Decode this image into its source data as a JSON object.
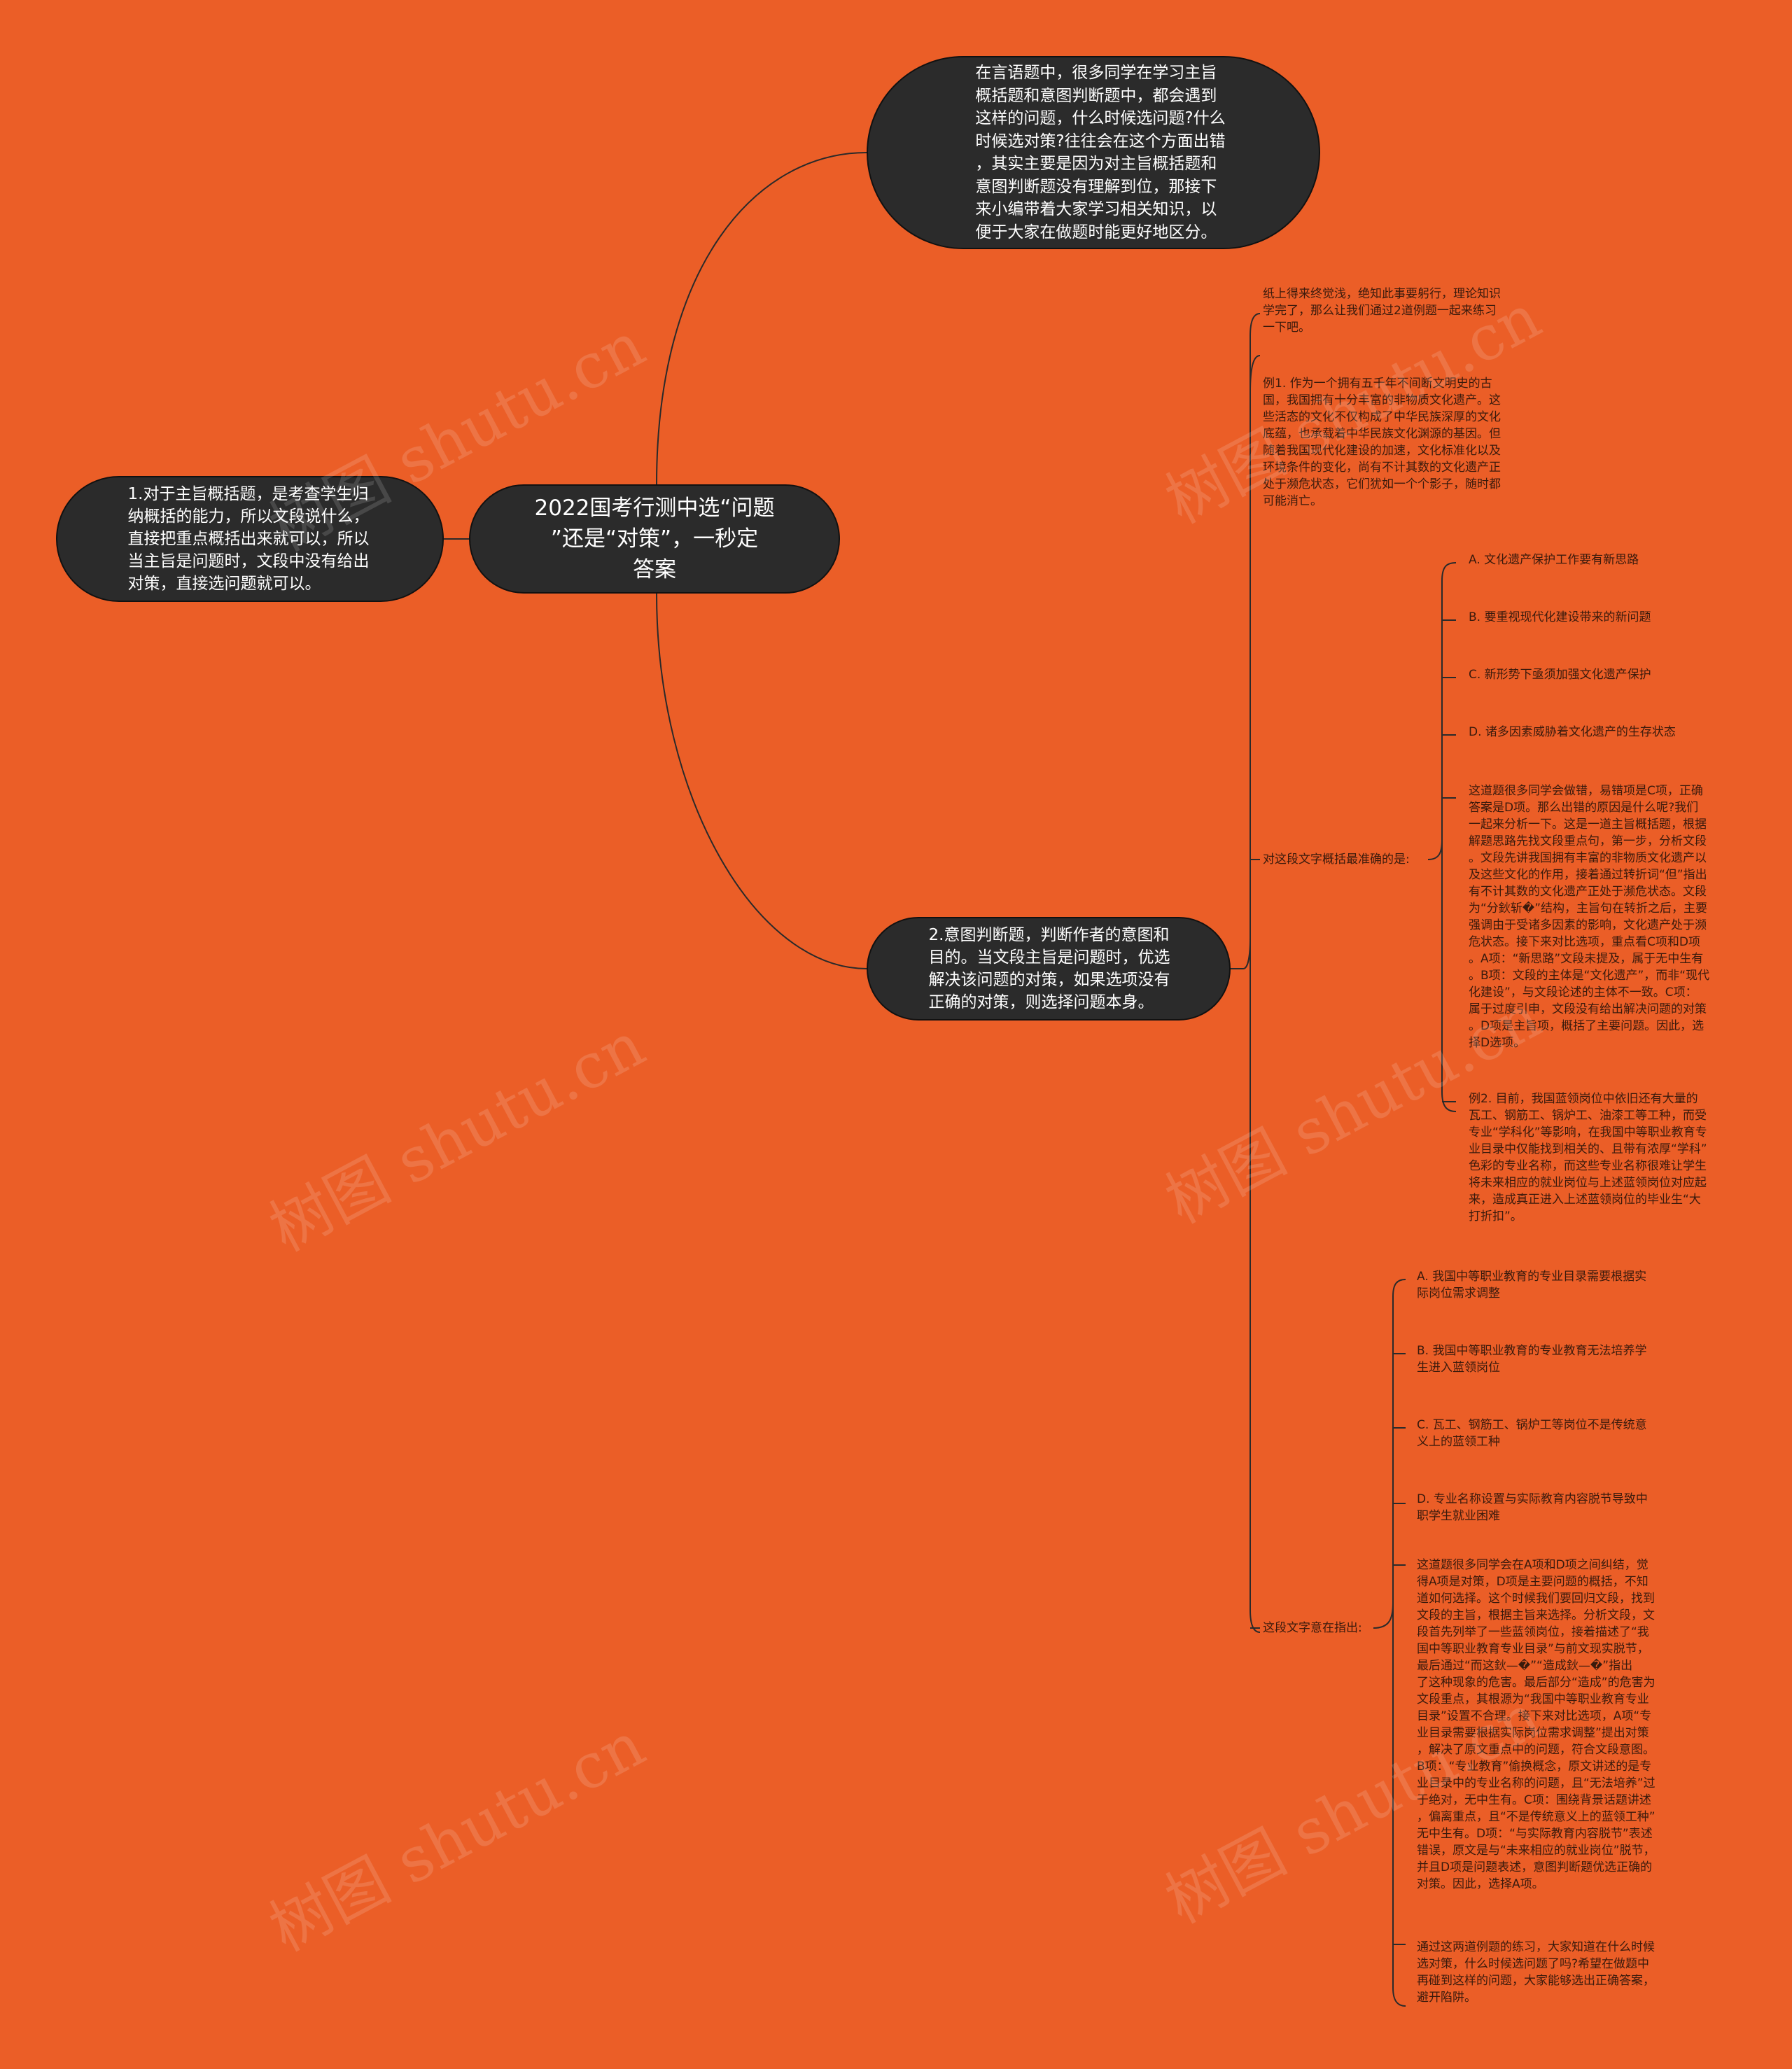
{
  "colors": {
    "background": "#EB5E27",
    "node_fill": "#2B2B2B",
    "line": "#2A2A2A",
    "leaf_text": "#3A1A0C"
  },
  "watermark": "树图 shutu.cn",
  "root": {
    "label": "2022国考行测中选“问题\n”还是“对策”，一秒定\n答案"
  },
  "top_node": {
    "label": "在言语题中，很多同学在学习主旨\n概括题和意图判断题中，都会遇到\n这样的问题，什么时候选问题?什么\n时候选对策?往往会在这个方面出错\n，其实主要是因为对主旨概括题和\n意图判断题没有理解到位，那接下\n来小编带着大家学习相关知识，以\n便于大家在做题时能更好地区分。"
  },
  "left_node": {
    "label": "1.对于主旨概括题，是考查学生归\n纳概括的能力，所以文段说什么，\n直接把重点概括出来就可以，所以\n当主旨是问题时，文段中没有给出\n对策，直接选问题就可以。"
  },
  "bottom_node": {
    "label": "2.意图判断题，判断作者的意图和\n目的。当文段主旨是问题时，优选\n解决该问题的对策，如果选项没有\n正确的对策，则选择问题本身。"
  },
  "leaves": {
    "intro": "纸上得来终觉浅，绝知此事要躬行，理论知识\n学完了，那么让我们通过2道例题一起来练习\n一下吧。",
    "example1": "例1. 作为一个拥有五千年不间断文明史的古\n国，我国拥有十分丰富的非物质文化遗产。这\n些活态的文化不仅构成了中华民族深厚的文化\n底蕴，也承载着中华民族文化渊源的基因。但\n随着我国现代化建设的加速，文化标准化以及\n环境条件的变化，尚有不计其数的文化遗产正\n处于濒危状态，它们犹如一个个影子，随时都\n可能消亡。",
    "q1_label": "对这段文字概括最准确的是:",
    "q1_a": "A. 文化遗产保护工作要有新思路",
    "q1_b": "B. 要重视现代化建设带来的新问题",
    "q1_c": "C. 新形势下亟须加强文化遗产保护",
    "q1_d": "D. 诸多因素威胁着文化遗产的生存状态",
    "q1_analysis": "这道题很多同学会做错，易错项是C项，正确\n答案是D项。那么出错的原因是什么呢?我们\n一起来分析一下。这是一道主旨概括题，根据\n解题思路先找文段重点句，第一步，分析文段\n。文段先讲我国拥有丰富的非物质文化遗产以\n及这些文化的作用，接着通过转折词“但”指出\n有不计其数的文化遗产正处于濒危状态。文段\n为“分鈥斩�”结构，主旨句在转折之后，主要\n强调由于受诸多因素的影响，文化遗产处于濒\n危状态。接下来对比选项，重点看C项和D项\n。A项：“新思路”文段未提及，属于无中生有\n。B项：文段的主体是“文化遗产”，而非“现代\n化建设”，与文段论述的主体不一致。C项：\n属于过度引申，文段没有给出解决问题的对策\n。D项是主旨项，概括了主要问题。因此，选\n择D选项。",
    "example2": "例2. 目前，我国蓝领岗位中依旧还有大量的\n瓦工、钢筋工、锅炉工、油漆工等工种，而受\n专业“学科化”等影响，在我国中等职业教育专\n业目录中仅能找到相关的、且带有浓厚“学科”\n色彩的专业名称，而这些专业名称很难让学生\n将未来相应的就业岗位与上述蓝领岗位对应起\n来，造成真正进入上述蓝领岗位的毕业生“大\n打折扣”。",
    "q2_label": "这段文字意在指出:",
    "q2_a": "A. 我国中等职业教育的专业目录需要根据实\n际岗位需求调整",
    "q2_b": "B. 我国中等职业教育的专业教育无法培养学\n生进入蓝领岗位",
    "q2_c": "C. 瓦工、钢筋工、锅炉工等岗位不是传统意\n义上的蓝领工种",
    "q2_d": "D. 专业名称设置与实际教育内容脱节导致中\n职学生就业困难",
    "q2_analysis": "这道题很多同学会在A项和D项之间纠结，觉\n得A项是对策，D项是主要问题的概括，不知\n道如何选择。这个时候我们要回归文段，找到\n文段的主旨，根据主旨来选择。分析文段，文\n段首先列举了一些蓝领岗位，接着描述了“我\n国中等职业教育专业目录”与前文现实脱节，\n最后通过“而这鈥—�”“造成鈥—�”指出\n了这种现象的危害。最后部分“造成”的危害为\n文段重点，其根源为“我国中等职业教育专业\n目录”设置不合理。接下来对比选项，A项“专\n业目录需要根据实际岗位需求调整”提出对策\n，解决了原文重点中的问题，符合文段意图。\nB项：“专业教育”偷换概念，原文讲述的是专\n业目录中的专业名称的问题，且“无法培养”过\n于绝对，无中生有。C项：围绕背景话题讲述\n，偏离重点，且“不是传统意义上的蓝领工种”\n无中生有。D项：“与实际教育内容脱节”表述\n错误，原文是与“未来相应的就业岗位”脱节，\n并且D项是问题表述，意图判断题优选正确的\n对策。因此，选择A项。",
    "conclusion": "通过这两道例题的练习，大家知道在什么时候\n选对策，什么时候选问题了吗?希望在做题中\n再碰到这样的问题，大家能够选出正确答案，\n避开陷阱。"
  }
}
